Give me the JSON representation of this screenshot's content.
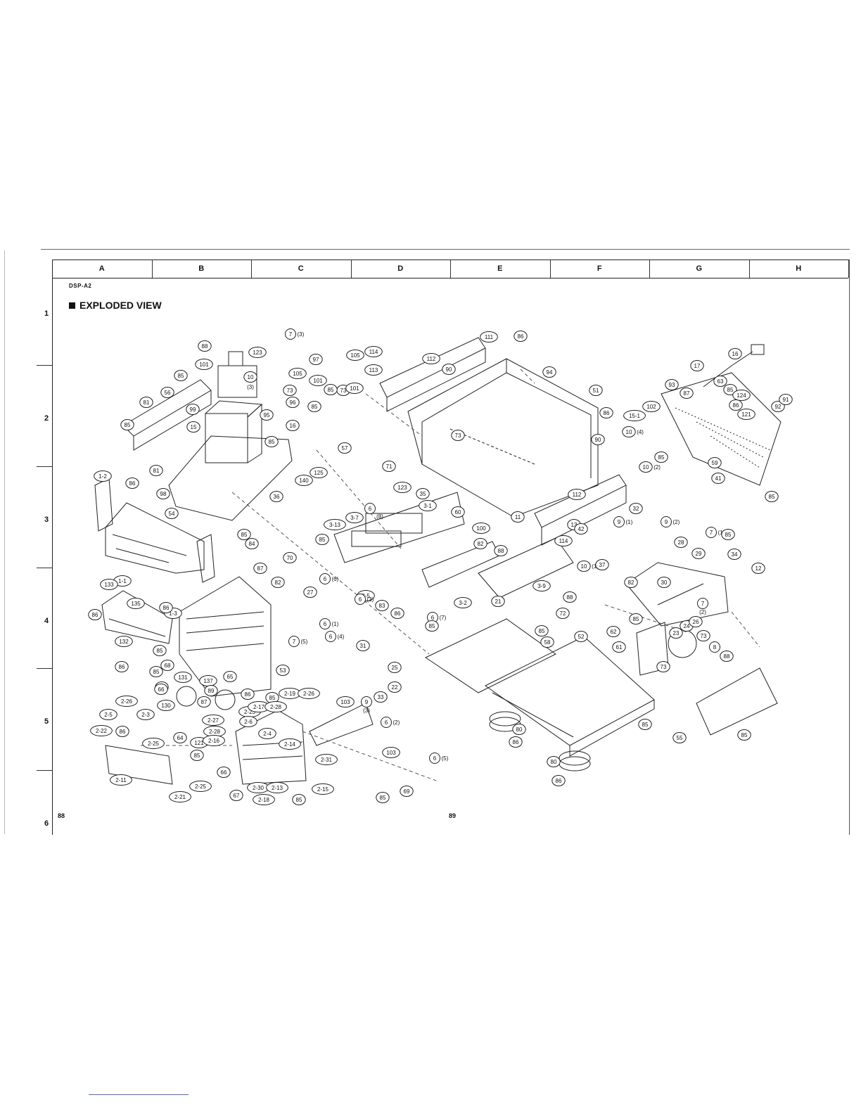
{
  "document": {
    "model": "DSP-A2",
    "title": "EXPLODED VIEW",
    "page_left": "88",
    "page_right": "89"
  },
  "grid": {
    "columns": [
      "A",
      "B",
      "C",
      "D",
      "E",
      "F",
      "G",
      "H"
    ],
    "rows": [
      "1",
      "2",
      "3",
      "4",
      "5",
      "6"
    ]
  },
  "callouts": [
    {
      "id": "c1",
      "label": "7",
      "suffix": "(3)"
    },
    {
      "id": "c2",
      "label": "88"
    },
    {
      "id": "c3",
      "label": "123"
    },
    {
      "id": "c4",
      "label": "101"
    },
    {
      "id": "c5",
      "label": "10"
    },
    {
      "id": "c6",
      "label": "(3)"
    },
    {
      "id": "c7",
      "label": "85"
    },
    {
      "id": "c8",
      "label": "56"
    },
    {
      "id": "c9",
      "label": "81"
    },
    {
      "id": "c10",
      "label": "85"
    },
    {
      "id": "c11",
      "label": "99"
    },
    {
      "id": "c12",
      "label": "15"
    },
    {
      "id": "c13",
      "label": "81"
    },
    {
      "id": "c14",
      "label": "98"
    },
    {
      "id": "c15",
      "label": "54"
    },
    {
      "id": "c16",
      "label": "97"
    },
    {
      "id": "c17",
      "label": "105"
    },
    {
      "id": "c18",
      "label": "114"
    },
    {
      "id": "c19",
      "label": "113"
    },
    {
      "id": "c20",
      "label": "105"
    },
    {
      "id": "c21",
      "label": "73"
    },
    {
      "id": "c22",
      "label": "96"
    },
    {
      "id": "c23",
      "label": "101"
    },
    {
      "id": "c24",
      "label": "85"
    },
    {
      "id": "c25",
      "label": "73"
    },
    {
      "id": "c26",
      "label": "101"
    },
    {
      "id": "c27",
      "label": "85"
    },
    {
      "id": "c28",
      "label": "16"
    },
    {
      "id": "c29",
      "label": "95"
    },
    {
      "id": "c30",
      "label": "85"
    },
    {
      "id": "c31",
      "label": "57"
    },
    {
      "id": "c32",
      "label": "71"
    },
    {
      "id": "c33",
      "label": "125"
    },
    {
      "id": "c34",
      "label": "111"
    },
    {
      "id": "c35",
      "label": "112"
    },
    {
      "id": "c36",
      "label": "86"
    },
    {
      "id": "c37",
      "label": "90"
    },
    {
      "id": "c38",
      "label": "94"
    },
    {
      "id": "c39",
      "label": "51"
    },
    {
      "id": "c40",
      "label": "86"
    },
    {
      "id": "c41",
      "label": "73"
    },
    {
      "id": "c42",
      "label": "90"
    },
    {
      "id": "c43",
      "label": "11"
    },
    {
      "id": "c44",
      "label": "112"
    },
    {
      "id": "c45",
      "label": "13"
    },
    {
      "id": "c46",
      "label": "114"
    },
    {
      "id": "c47",
      "label": "42"
    },
    {
      "id": "c48",
      "label": "16"
    },
    {
      "id": "c49",
      "label": "17"
    },
    {
      "id": "c50",
      "label": "93"
    },
    {
      "id": "c51",
      "label": "87"
    },
    {
      "id": "c52",
      "label": "63"
    },
    {
      "id": "c53",
      "label": "85"
    },
    {
      "id": "c54",
      "label": "124"
    },
    {
      "id": "c55",
      "label": "86"
    },
    {
      "id": "c56",
      "label": "121"
    },
    {
      "id": "c57",
      "label": "102"
    },
    {
      "id": "c58",
      "label": "15-1"
    },
    {
      "id": "c59",
      "label": "10",
      "suffix": "(4)"
    },
    {
      "id": "c60",
      "label": "85"
    },
    {
      "id": "c61",
      "label": "92"
    },
    {
      "id": "c62",
      "label": "91"
    },
    {
      "id": "c63",
      "label": "59"
    },
    {
      "id": "c64",
      "label": "41"
    },
    {
      "id": "c65",
      "label": "85"
    },
    {
      "id": "c66",
      "label": "10",
      "suffix": "(2)"
    },
    {
      "id": "c67",
      "label": "1-2"
    },
    {
      "id": "c68",
      "label": "86"
    },
    {
      "id": "c69",
      "label": "140"
    },
    {
      "id": "c70",
      "label": "36"
    },
    {
      "id": "c71",
      "label": "123"
    },
    {
      "id": "c72",
      "label": "35"
    },
    {
      "id": "c73",
      "label": "3-1"
    },
    {
      "id": "c74",
      "label": "3-7"
    },
    {
      "id": "c75",
      "label": "6"
    },
    {
      "id": "c76",
      "label": "(8)"
    },
    {
      "id": "c77",
      "label": "3-13"
    },
    {
      "id": "c78",
      "label": "85"
    },
    {
      "id": "c79",
      "label": "60"
    },
    {
      "id": "c80",
      "label": "100"
    },
    {
      "id": "c81",
      "label": "82"
    },
    {
      "id": "c82",
      "label": "88"
    },
    {
      "id": "c83",
      "label": "1-1"
    },
    {
      "id": "c84",
      "label": "135"
    },
    {
      "id": "c85",
      "label": "1-3"
    },
    {
      "id": "c86",
      "label": "85"
    },
    {
      "id": "c87",
      "label": "84"
    },
    {
      "id": "c88",
      "label": "70"
    },
    {
      "id": "c89",
      "label": "87"
    },
    {
      "id": "c90",
      "label": "82"
    },
    {
      "id": "c91",
      "label": "6",
      "suffix": "(6)"
    },
    {
      "id": "c92",
      "label": "3-5"
    },
    {
      "id": "c93",
      "label": "83"
    },
    {
      "id": "c94",
      "label": "86"
    },
    {
      "id": "c95",
      "label": "6",
      "suffix": "(7)"
    },
    {
      "id": "c96",
      "label": "3-2"
    },
    {
      "id": "c97",
      "label": "21"
    },
    {
      "id": "c98",
      "label": "3-9"
    },
    {
      "id": "c99",
      "label": "10",
      "suffix": "(1)"
    },
    {
      "id": "c100",
      "label": "88"
    },
    {
      "id": "c101",
      "label": "72"
    },
    {
      "id": "c102",
      "label": "37"
    },
    {
      "id": "c103",
      "label": "32"
    },
    {
      "id": "c104",
      "label": "9",
      "suffix": "(1)"
    },
    {
      "id": "c105",
      "label": "9",
      "suffix": "(2)"
    },
    {
      "id": "c106",
      "label": "28"
    },
    {
      "id": "c107",
      "label": "7",
      "suffix": "(1)"
    },
    {
      "id": "c108",
      "label": "85"
    },
    {
      "id": "c109",
      "label": "29"
    },
    {
      "id": "c110",
      "label": "34"
    },
    {
      "id": "c111",
      "label": "12"
    },
    {
      "id": "c112",
      "label": "82"
    },
    {
      "id": "c113",
      "label": "30"
    },
    {
      "id": "c114",
      "label": "7"
    },
    {
      "id": "c115",
      "label": "(2)"
    },
    {
      "id": "c116",
      "label": "133"
    },
    {
      "id": "c117",
      "label": "86"
    },
    {
      "id": "c118",
      "label": "86"
    },
    {
      "id": "c119",
      "label": "132"
    },
    {
      "id": "c120",
      "label": "86"
    },
    {
      "id": "c121",
      "label": "27"
    },
    {
      "id": "c122",
      "label": "6",
      "suffix": "(3)"
    },
    {
      "id": "c123",
      "label": "6",
      "suffix": "(1)"
    },
    {
      "id": "c124",
      "label": "7",
      "suffix": "(5)"
    },
    {
      "id": "c125",
      "label": "6",
      "suffix": "(4)"
    },
    {
      "id": "c126",
      "label": "31"
    },
    {
      "id": "c127",
      "label": "25"
    },
    {
      "id": "c128",
      "label": "22"
    },
    {
      "id": "c129",
      "label": "33"
    },
    {
      "id": "c130",
      "label": "9"
    },
    {
      "id": "c131",
      "label": "(3)"
    },
    {
      "id": "c132",
      "label": "85"
    },
    {
      "id": "c133",
      "label": "85"
    },
    {
      "id": "c134",
      "label": "58"
    },
    {
      "id": "c135",
      "label": "52"
    },
    {
      "id": "c136",
      "label": "85"
    },
    {
      "id": "c137",
      "label": "62"
    },
    {
      "id": "c138",
      "label": "61"
    },
    {
      "id": "c139",
      "label": "23"
    },
    {
      "id": "c140",
      "label": "24"
    },
    {
      "id": "c141",
      "label": "26"
    },
    {
      "id": "c142",
      "label": "73"
    },
    {
      "id": "c143",
      "label": "8"
    },
    {
      "id": "c144",
      "label": "88"
    },
    {
      "id": "c145",
      "label": "73"
    },
    {
      "id": "c146",
      "label": "85"
    },
    {
      "id": "c147",
      "label": "86"
    },
    {
      "id": "c148",
      "label": "68"
    },
    {
      "id": "c149",
      "label": "85"
    },
    {
      "id": "c150",
      "label": "87"
    },
    {
      "id": "c151",
      "label": "53"
    },
    {
      "id": "c152",
      "label": "66"
    },
    {
      "id": "c153",
      "label": "131"
    },
    {
      "id": "c154",
      "label": "137"
    },
    {
      "id": "c155",
      "label": "89"
    },
    {
      "id": "c156",
      "label": "65"
    },
    {
      "id": "c157",
      "label": "87"
    },
    {
      "id": "c158",
      "label": "86"
    },
    {
      "id": "c159",
      "label": "85"
    },
    {
      "id": "c160",
      "label": "2-19"
    },
    {
      "id": "c161",
      "label": "2-26"
    },
    {
      "id": "c162",
      "label": "103"
    },
    {
      "id": "c163",
      "label": "6",
      "suffix": "(2)"
    },
    {
      "id": "c164",
      "label": "2-26"
    },
    {
      "id": "c165",
      "label": "2-5"
    },
    {
      "id": "c166",
      "label": "2-3"
    },
    {
      "id": "c167",
      "label": "2-22"
    },
    {
      "id": "c168",
      "label": "2-25"
    },
    {
      "id": "c169",
      "label": "130"
    },
    {
      "id": "c170",
      "label": "64"
    },
    {
      "id": "c171",
      "label": "2-23"
    },
    {
      "id": "c172",
      "label": "2-17"
    },
    {
      "id": "c173",
      "label": "2-28"
    },
    {
      "id": "c174",
      "label": "2-27"
    },
    {
      "id": "c175",
      "label": "2-6"
    },
    {
      "id": "c176",
      "label": "2-28"
    },
    {
      "id": "c177",
      "label": "2-4"
    },
    {
      "id": "c178",
      "label": "121"
    },
    {
      "id": "c179",
      "label": "2-16"
    },
    {
      "id": "c180",
      "label": "2-14"
    },
    {
      "id": "c181",
      "label": "85"
    },
    {
      "id": "c182",
      "label": "66"
    },
    {
      "id": "c183",
      "label": "2-31"
    },
    {
      "id": "c184",
      "label": "2-11"
    },
    {
      "id": "c185",
      "label": "2-21"
    },
    {
      "id": "c186",
      "label": "2-25"
    },
    {
      "id": "c187",
      "label": "67"
    },
    {
      "id": "c188",
      "label": "2-30"
    },
    {
      "id": "c189",
      "label": "2-13"
    },
    {
      "id": "c190",
      "label": "2-18"
    },
    {
      "id": "c191",
      "label": "85"
    },
    {
      "id": "c192",
      "label": "2-15"
    },
    {
      "id": "c193",
      "label": "103"
    },
    {
      "id": "c194",
      "label": "6",
      "suffix": "(5)"
    },
    {
      "id": "c195",
      "label": "69"
    },
    {
      "id": "c196",
      "label": "85"
    },
    {
      "id": "c197",
      "label": "80"
    },
    {
      "id": "c198",
      "label": "86"
    },
    {
      "id": "c199",
      "label": "80"
    },
    {
      "id": "c200",
      "label": "86"
    },
    {
      "id": "c201",
      "label": "85"
    },
    {
      "id": "c202",
      "label": "55"
    },
    {
      "id": "c203",
      "label": "85"
    }
  ]
}
